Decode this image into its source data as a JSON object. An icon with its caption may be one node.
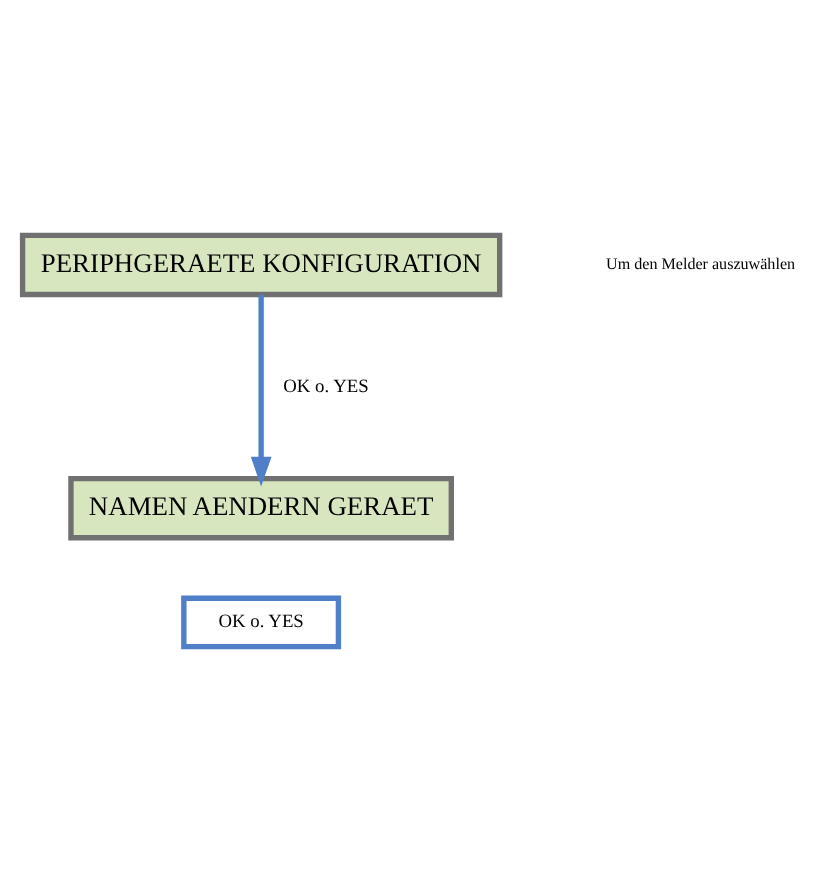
{
  "diagram": {
    "nodes": [
      {
        "text": [
          "PERIPHGERAETE KONFIGURATION"
        ]
      },
      {
        "text": [
          "NAMEN AENDERN GERAET"
        ]
      },
      {
        "text": [
          "OK o. YES"
        ]
      }
    ],
    "edges": [
      {
        "from": 0,
        "to": 1,
        "arrow": "to",
        "label": "OK o. YES",
        "color": "#4f7fc8"
      }
    ],
    "labels": [
      "Um den Melder auszuwählen"
    ]
  }
}
